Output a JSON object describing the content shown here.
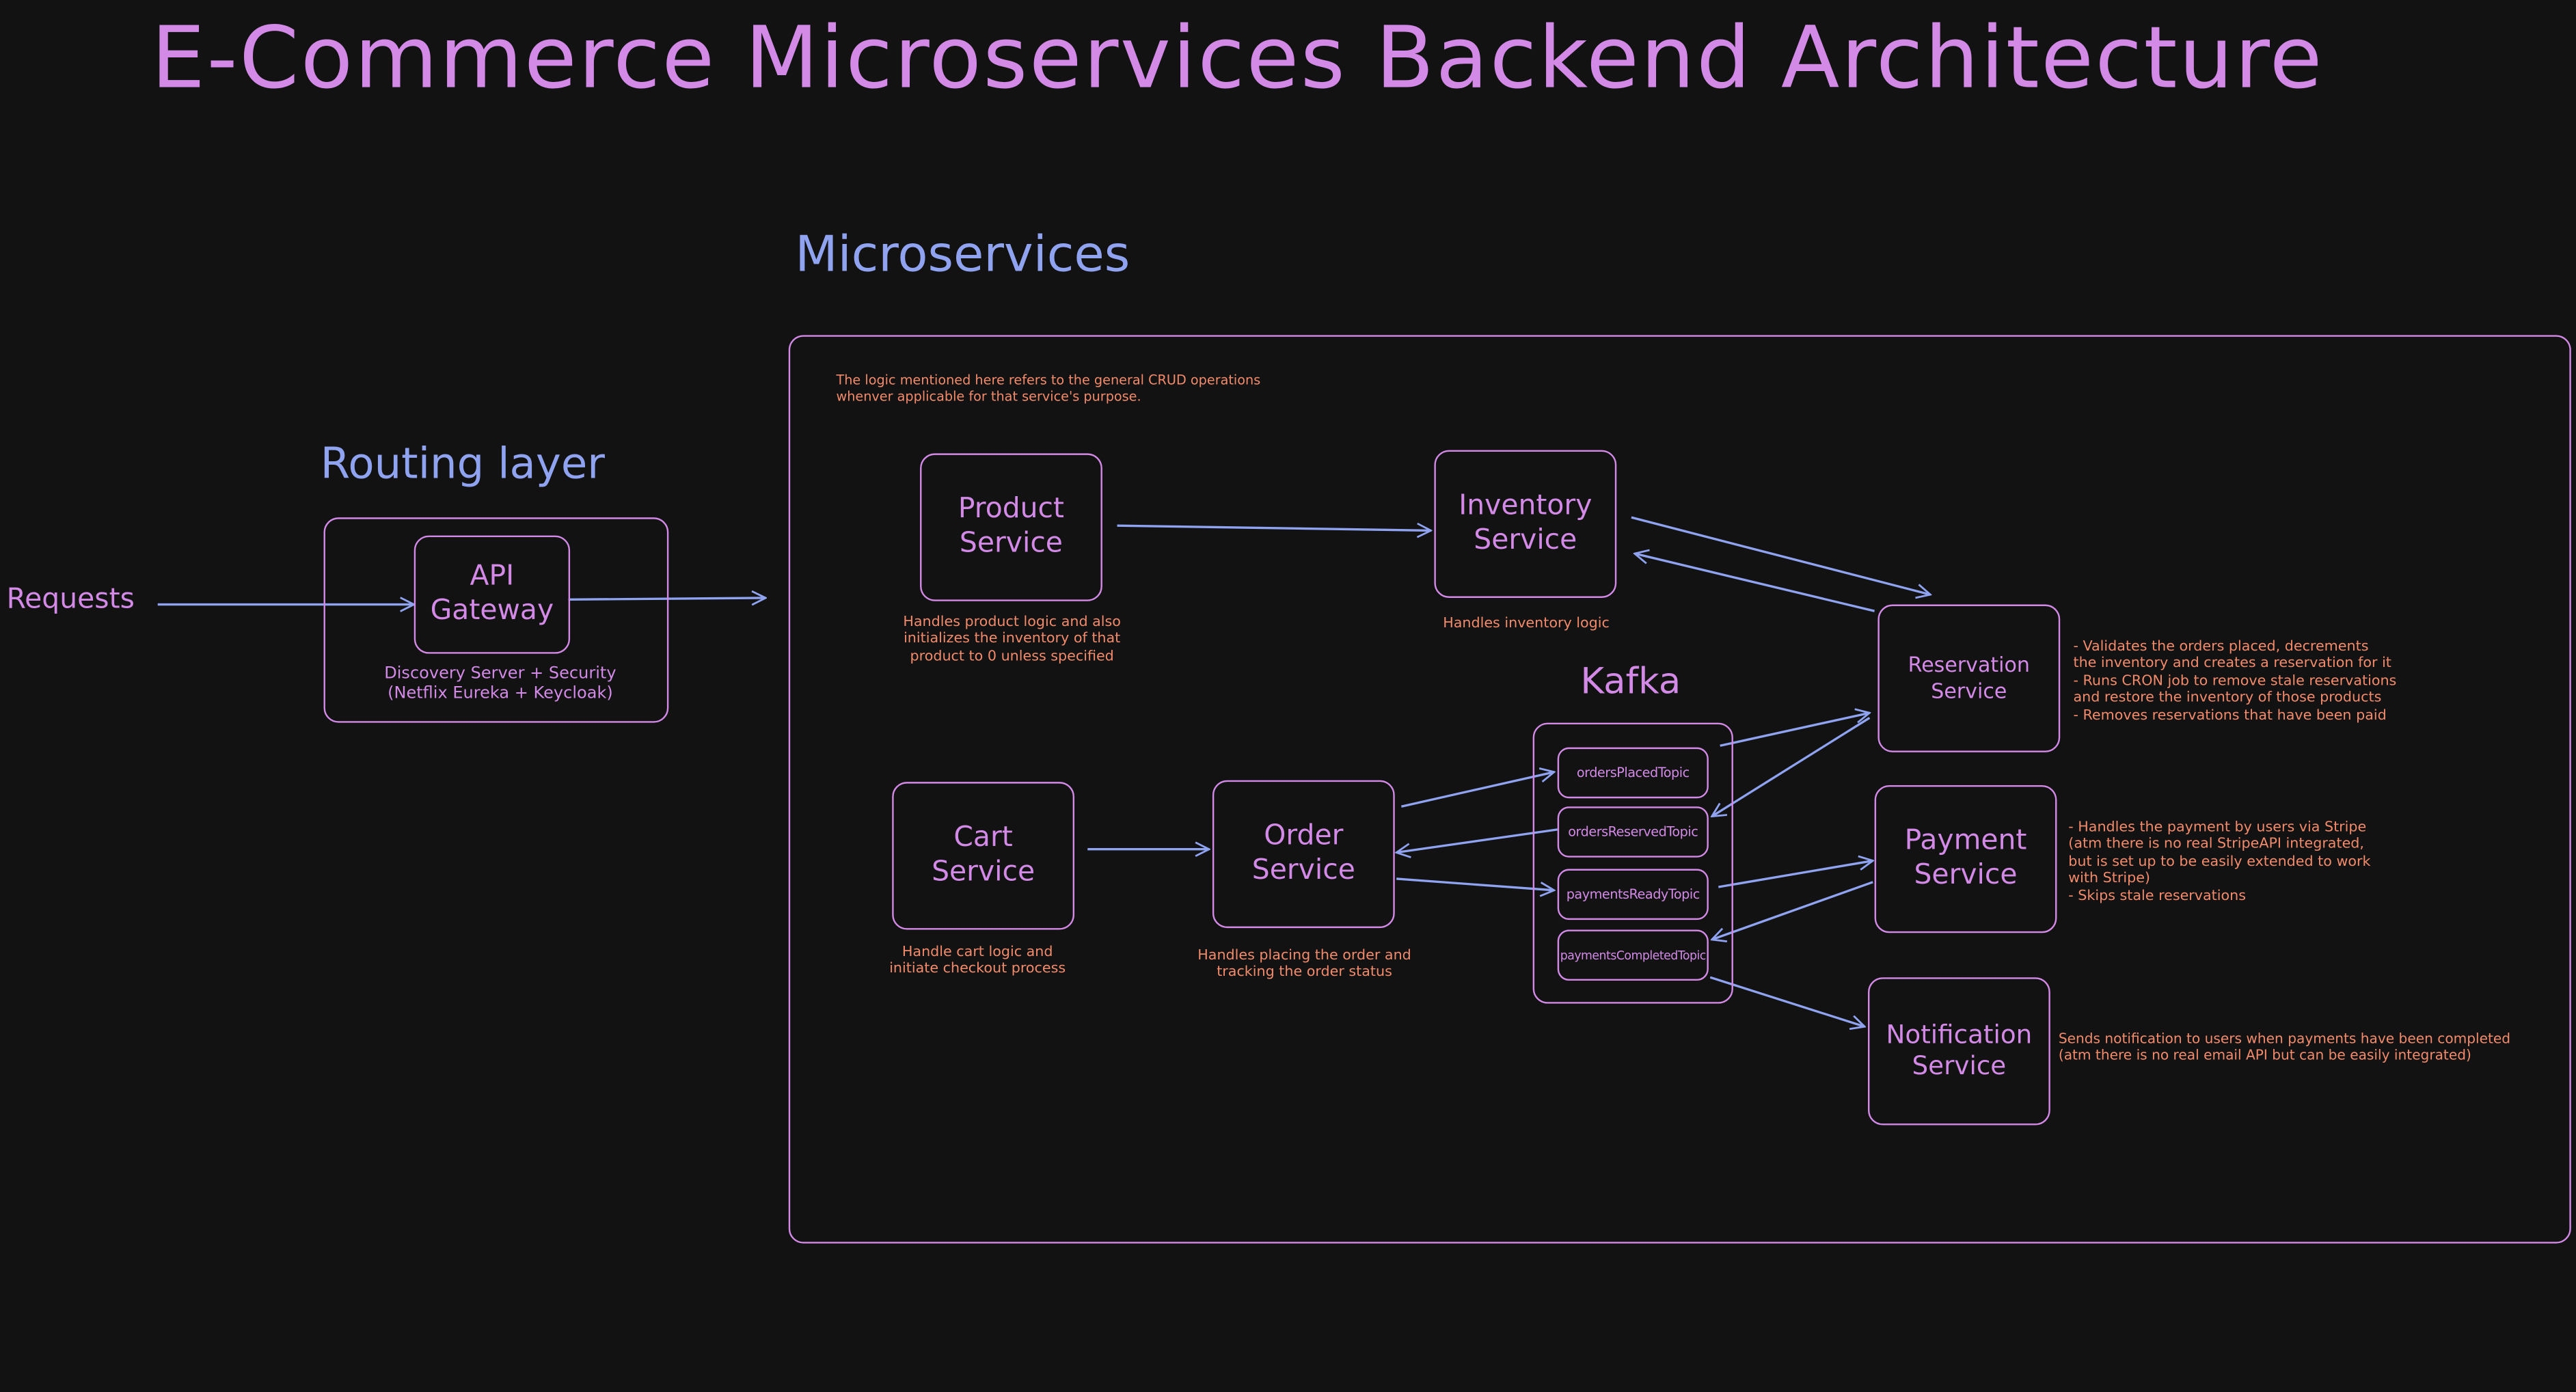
{
  "title": "E-Commerce Microservices Backend Architecture",
  "colors": {
    "background": "#121212",
    "accent_pink": "#d28ae6",
    "accent_blue": "#8fa3f0",
    "note_orange": "#f28b6b"
  },
  "requests_label": "Requests",
  "routing": {
    "title": "Routing layer",
    "gateway": "API\nGateway",
    "caption": "Discovery Server + Security\n(Netflix Eureka + Keycloak)"
  },
  "microservices": {
    "title": "Microservices",
    "note": "The logic mentioned here refers to the general CRUD operations\nwhenver applicable for that service's purpose.",
    "product": {
      "name": "Product\nService",
      "caption": "Handles product logic and also\ninitializes the inventory of that\nproduct to 0 unless specified"
    },
    "inventory": {
      "name": "Inventory\nService",
      "caption": "Handles inventory logic"
    },
    "reservation": {
      "name": "Reservation\nService",
      "caption": "- Validates the orders placed, decrements\n  the inventory and creates a reservation for it\n- Runs CRON job to remove stale reservations\n  and restore the inventory of those products\n- Removes reservations that have been paid"
    },
    "cart": {
      "name": "Cart\nService",
      "caption": "Handle cart logic and\ninitiate checkout process"
    },
    "order": {
      "name": "Order\nService",
      "caption": "Handles placing the order and\ntracking the order status"
    },
    "payment": {
      "name": "Payment\nService",
      "caption": "- Handles the payment by users via Stripe\n(atm there is no real StripeAPI integrated,\nbut is set up to be easily extended to work\nwith Stripe)\n- Skips stale reservations"
    },
    "notification": {
      "name": "Notification\nService",
      "caption": "Sends notification to users when payments have been completed\n(atm there is no real email API but can be easily integrated)"
    },
    "kafka": {
      "title": "Kafka",
      "topics": [
        "ordersPlacedTopic",
        "ordersReservedTopic",
        "paymentsReadyTopic",
        "paymentsCompletedTopic"
      ]
    }
  }
}
